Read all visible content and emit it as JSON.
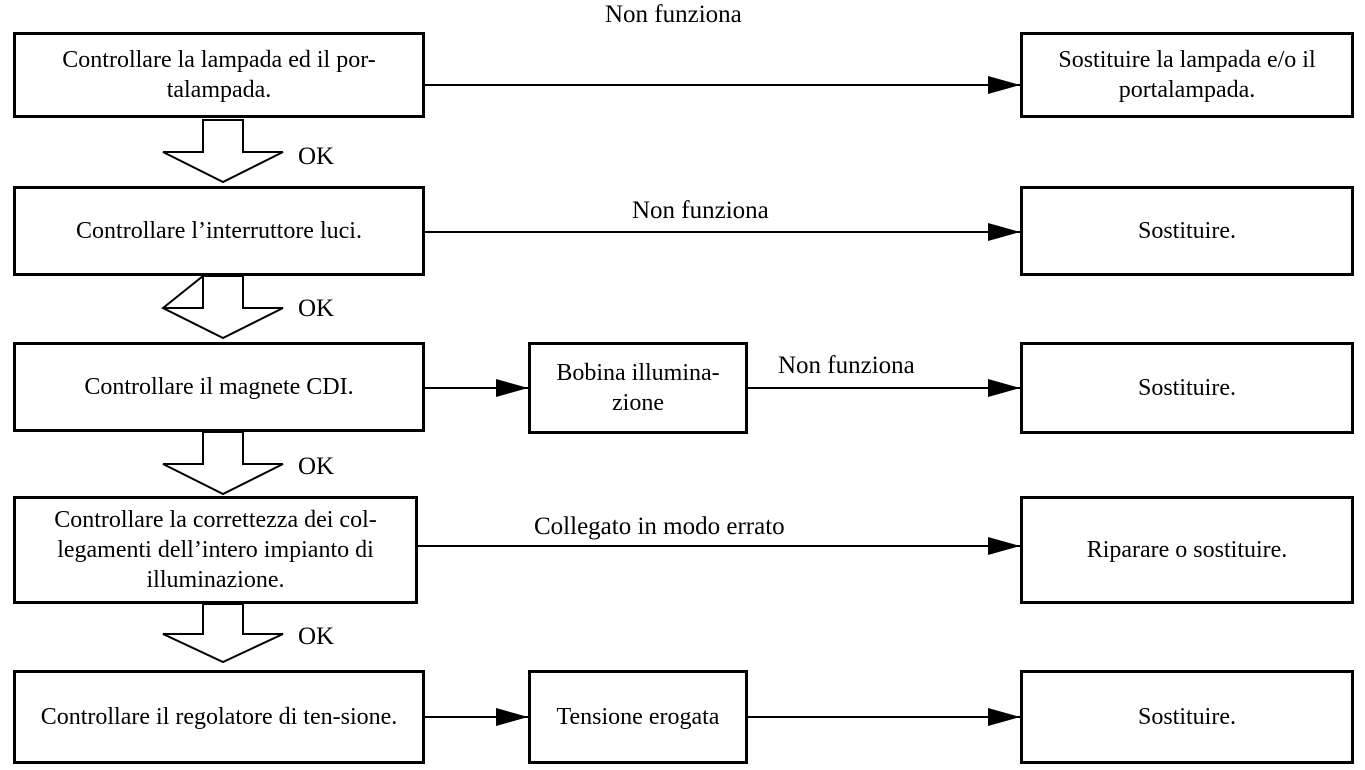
{
  "steps": [
    {
      "check": "Controllare la lampada ed il por-talampada.",
      "action": "Sostituire la lampada e/o il portalampada."
    },
    {
      "check": "Controllare l’interruttore luci.",
      "action": "Sostituire."
    },
    {
      "check": "Controllare il magnete CDI.",
      "middle": "Bobina illumina-zione",
      "action": "Sostituire."
    },
    {
      "check": "Controllare la correttezza dei col-legamenti dell’intero impianto di illuminazione.",
      "action": "Riparare o sostituire."
    },
    {
      "check": "Controllare il regolatore di ten-sione.",
      "middle": "Tensione erogata",
      "action": "Sostituire."
    }
  ],
  "edge_labels": {
    "step1": "Non funziona",
    "step2": "Non funziona",
    "step3": "Non funziona",
    "step4": "Collegato in modo errato"
  },
  "ok_label": "OK"
}
